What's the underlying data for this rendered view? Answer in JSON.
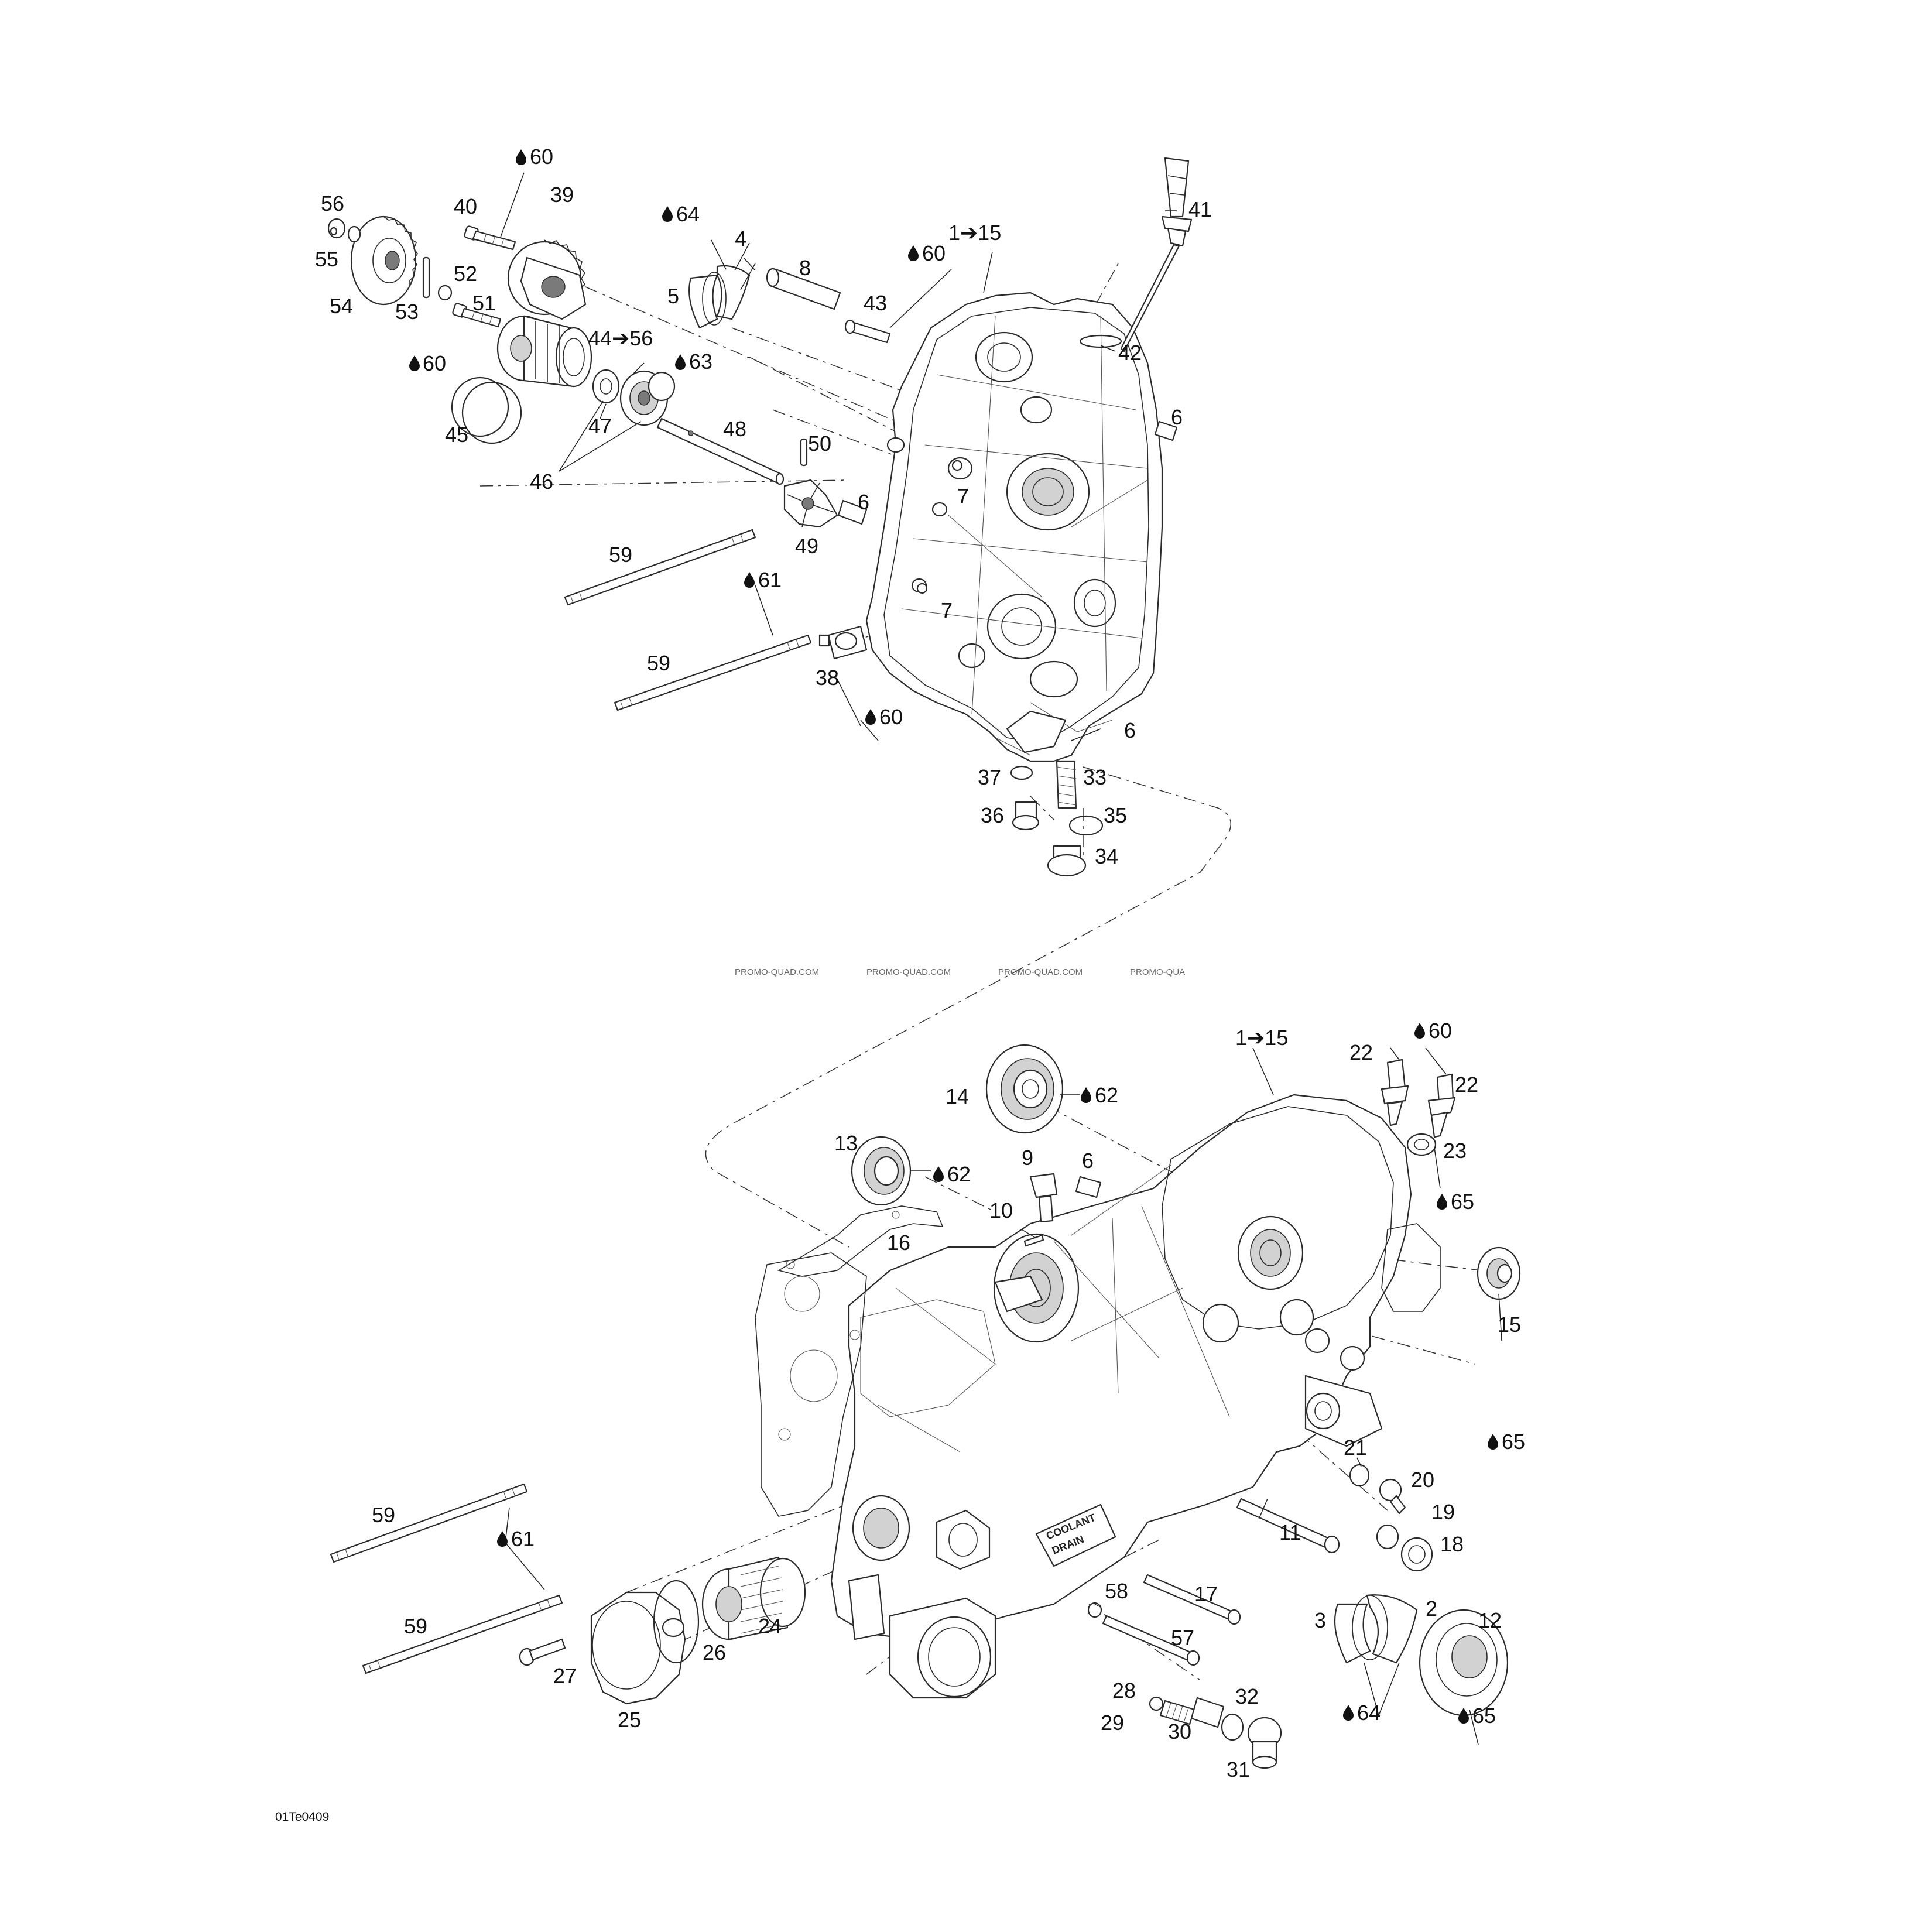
{
  "watermark": {
    "items": [
      "PROMO-QUAD.COM",
      "PROMO-QUAD.COM",
      "PROMO-QUAD.COM",
      "PROMO-QUA"
    ]
  },
  "figure_code": "01Te0409",
  "casting_stamp": {
    "line1": "COOLANT",
    "line2": "DRAIN"
  },
  "callouts": {
    "top": {
      "c60a": "60",
      "c56": "56",
      "c40": "40",
      "c39": "39",
      "c55": "55",
      "c54": "54",
      "c53": "53",
      "c52": "52",
      "c51": "51",
      "c60b": "60",
      "c44_56": "44➔56",
      "c45": "45",
      "c47": "47",
      "c46": "46",
      "c63": "63",
      "c48": "48",
      "c64": "64",
      "c4": "4",
      "c5": "5",
      "c8": "8",
      "c43": "43",
      "c60c": "60",
      "c1_15": "1➔15",
      "c41": "41",
      "c42": "42",
      "c6a": "6",
      "c50": "50",
      "c7a": "7",
      "c6b": "6",
      "c49": "49",
      "c59a": "59",
      "c61": "61",
      "c7b": "7",
      "c59b": "59",
      "c38": "38",
      "c60d": "60",
      "c6c": "6",
      "c37": "37",
      "c33": "33",
      "c36": "36",
      "c35": "35",
      "c34": "34"
    },
    "bottom": {
      "c1_15": "1➔15",
      "c22a": "22",
      "c60": "60",
      "c22b": "22",
      "c14": "14",
      "c62a": "62",
      "c23": "23",
      "c13": "13",
      "c62b": "62",
      "c9": "9",
      "c6": "6",
      "c10": "10",
      "c65a": "65",
      "c16": "16",
      "c15": "15",
      "c65b": "65",
      "c21": "21",
      "c20": "20",
      "c19": "19",
      "c11": "11",
      "c18": "18",
      "c59a": "59",
      "c61": "61",
      "c59b": "59",
      "c27": "27",
      "c26": "26",
      "c24": "24",
      "c25": "25",
      "c58": "58",
      "c17": "17",
      "c3": "3",
      "c2": "2",
      "c12": "12",
      "c57": "57",
      "c28": "28",
      "c29": "29",
      "c30": "30",
      "c32": "32",
      "c64": "64",
      "c65c": "65",
      "c31": "31"
    }
  }
}
